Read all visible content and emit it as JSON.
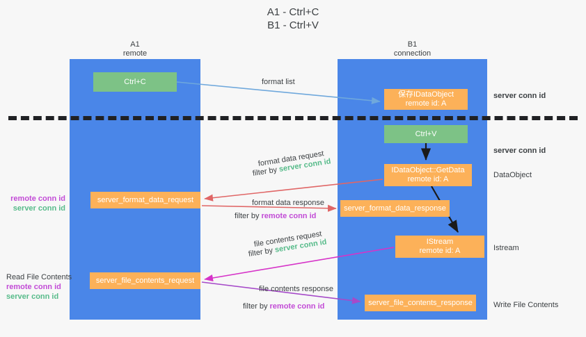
{
  "title": {
    "line1": "A1 - Ctrl+C",
    "line2": "B1 - Ctrl+V"
  },
  "colors": {
    "lane": "#4a86e8",
    "green_node": "#7dc286",
    "orange_node": "#fcb159",
    "server_conn_id": "#57bb8a",
    "remote_conn_id": "#c24bd6",
    "arrow_blue": "#6fa8dc",
    "arrow_red": "#e06666",
    "arrow_magenta": "#d633c8",
    "arrow_purple": "#a64ac9",
    "arrow_black": "#1a1a1a",
    "divider": "#202124",
    "background": "#f7f7f7"
  },
  "lanes": [
    {
      "id": "a1",
      "title": "A1",
      "subtitle": "remote"
    },
    {
      "id": "b1",
      "title": "B1",
      "subtitle": "connection"
    }
  ],
  "nodes": {
    "ctrl_c": {
      "line1": "Ctrl+C",
      "line2": ""
    },
    "save_idataobject": {
      "line1": "保存IDataObject",
      "line2": "remote id: A"
    },
    "ctrl_v": {
      "line1": "Ctrl+V",
      "line2": ""
    },
    "getdata": {
      "line1": "IDataObject::GetData",
      "line2": "remote id: A"
    },
    "istream": {
      "line1": "IStream",
      "line2": "remote id: A"
    },
    "server_format_data_request": {
      "line1": "server_format_data_request"
    },
    "server_format_data_response": {
      "line1": "server_format_data_response"
    },
    "server_file_contents_request": {
      "line1": "server_file_contents_request"
    },
    "server_file_contents_response": {
      "line1": "server_file_contents_response"
    }
  },
  "edge_labels": {
    "format_list": "format list",
    "format_data_request": "format data request",
    "format_data_request_filter_prefix": "filter by ",
    "format_data_request_filter_key": "server conn id",
    "format_data_response": "format data response",
    "format_data_response_filter_prefix": "filter by ",
    "format_data_response_filter_key": "remote conn id",
    "file_contents_request": "file contents request",
    "file_contents_request_filter_prefix": "filter by ",
    "file_contents_request_filter_key": "server conn id",
    "file_contents_response": "file contents response",
    "file_contents_response_filter_prefix": "filter by ",
    "file_contents_response_filter_key": "remote conn id"
  },
  "side_labels": {
    "server_conn_id_top": "server conn id",
    "server_conn_id_mid": "server conn id",
    "dataobject": "DataObject",
    "istream": "Istream",
    "write_file_contents": "Write File Contents"
  },
  "left_labels": {
    "group1_remote": "remote conn id",
    "group1_server": "server conn id",
    "read_file_contents": "Read File Contents",
    "group2_remote": "remote conn id",
    "group2_server": "server conn id"
  }
}
